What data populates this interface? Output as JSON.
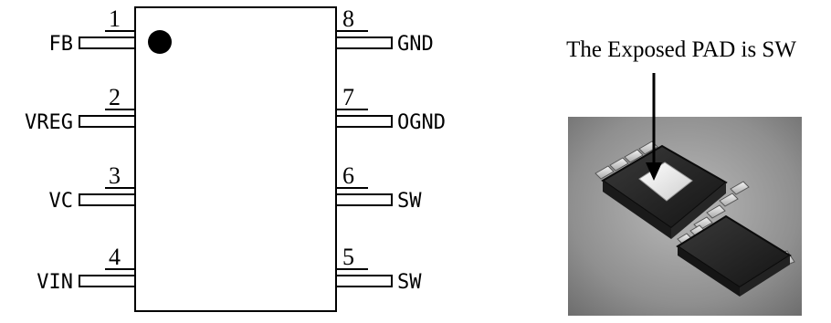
{
  "diagram": {
    "pins_left": [
      {
        "number": "1",
        "name": "FB"
      },
      {
        "number": "2",
        "name": "VREG"
      },
      {
        "number": "3",
        "name": "VC"
      },
      {
        "number": "4",
        "name": "VIN"
      }
    ],
    "pins_right": [
      {
        "number": "8",
        "name": "GND"
      },
      {
        "number": "7",
        "name": "OGND"
      },
      {
        "number": "6",
        "name": "SW"
      },
      {
        "number": "5",
        "name": "SW"
      }
    ],
    "callout_text": "The Exposed PAD is SW"
  }
}
